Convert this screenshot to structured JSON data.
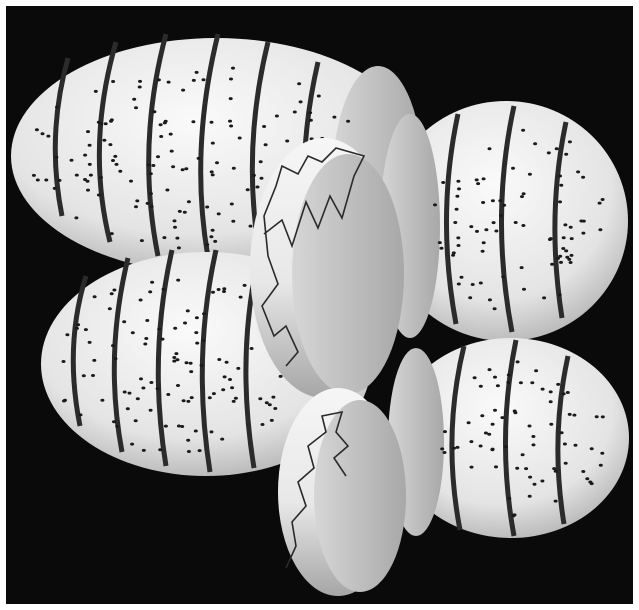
{
  "image": {
    "subject": "",
    "background_color": "#0a0a0a",
    "surface_color": "#eeeeee",
    "cut_face_color": "#bdbdbd",
    "dot_color": "#1a1a1a",
    "line_color": "#2a2a2a",
    "objects": [
      {
        "name": "upper-long-capsule",
        "segments": 7
      },
      {
        "name": "upper-right-capsule",
        "segments": 4
      },
      {
        "name": "lower-long-capsule",
        "segments": 7
      },
      {
        "name": "lower-right-capsule",
        "segments": 4
      }
    ]
  }
}
